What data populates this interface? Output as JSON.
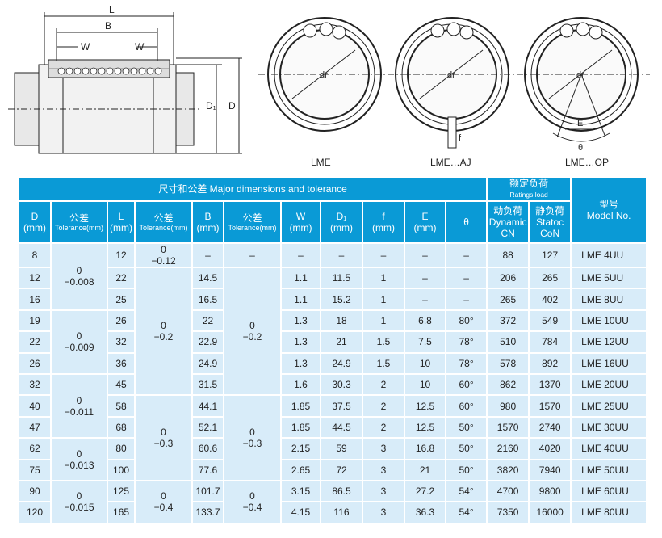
{
  "diagrams": {
    "side": {
      "L": "L",
      "B": "B",
      "W1": "W",
      "W2": "W",
      "D1": "D₁",
      "D": "D"
    },
    "views": [
      {
        "label": "LME",
        "dr": "dr"
      },
      {
        "label": "LME…AJ",
        "dr": "dr",
        "f": "f"
      },
      {
        "label": "LME…OP",
        "dr": "dr",
        "E": "E",
        "theta": "θ"
      }
    ]
  },
  "header": {
    "main": "尺寸和公差  Major dimensions and tolerance",
    "ratings": "额定负荷",
    "ratings_en": "Ratings load",
    "model": "型号",
    "model_en": "Model No.",
    "cols": [
      {
        "a": "D",
        "b": "(mm)"
      },
      {
        "a": "公差",
        "b": "Tolerance(mm)",
        "small": true
      },
      {
        "a": "L",
        "b": "(mm)"
      },
      {
        "a": "公差",
        "b": "Tolerance(mm)",
        "small": true
      },
      {
        "a": "B",
        "b": "(mm)"
      },
      {
        "a": "公差",
        "b": "Tolerance(mm)",
        "small": true
      },
      {
        "a": "W",
        "b": "(mm)"
      },
      {
        "a": "D₁",
        "b": "(mm)"
      },
      {
        "a": "f",
        "b": "(mm)"
      },
      {
        "a": "E",
        "b": "(mm)"
      },
      {
        "a": "θ",
        "b": ""
      },
      {
        "a": "动负荷",
        "b": "Dynamic",
        "c": "CN"
      },
      {
        "a": "静负荷",
        "b": "Statoc",
        "c": "CoN"
      }
    ]
  },
  "tolerances": {
    "D": [
      {
        "rows": 3,
        "v": "0\n−0.008"
      },
      {
        "rows": 3,
        "v": "0\n−0.009"
      },
      {
        "rows": 3,
        "v": "0\n−0.011"
      },
      {
        "rows": 2,
        "v": "0\n−0.013"
      },
      {
        "rows": 2,
        "v": "0\n−0.015"
      }
    ],
    "L": [
      {
        "rows": 1,
        "v": "0\n−0.12"
      },
      {
        "rows": 6,
        "v": "0\n−0.2"
      },
      {
        "rows": 4,
        "v": "0\n−0.3"
      },
      {
        "rows": 2,
        "v": "0\n−0.4"
      }
    ],
    "B": [
      {
        "rows": 1,
        "v": "–"
      },
      {
        "rows": 6,
        "v": "0\n−0.2"
      },
      {
        "rows": 4,
        "v": "0\n−0.3"
      },
      {
        "rows": 2,
        "v": "0\n−0.4"
      }
    ]
  },
  "rows": [
    {
      "D": "8",
      "L": "12",
      "B": "–",
      "W": "–",
      "D1": "–",
      "f": "–",
      "E": "–",
      "theta": "–",
      "CN": "88",
      "CoN": "127",
      "model": "LME 4UU"
    },
    {
      "D": "12",
      "L": "22",
      "B": "14.5",
      "W": "1.1",
      "D1": "11.5",
      "f": "1",
      "E": "–",
      "theta": "–",
      "CN": "206",
      "CoN": "265",
      "model": "LME 5UU"
    },
    {
      "D": "16",
      "L": "25",
      "B": "16.5",
      "W": "1.1",
      "D1": "15.2",
      "f": "1",
      "E": "–",
      "theta": "–",
      "CN": "265",
      "CoN": "402",
      "model": "LME 8UU"
    },
    {
      "D": "19",
      "L": "26",
      "B": "22",
      "W": "1.3",
      "D1": "18",
      "f": "1",
      "E": "6.8",
      "theta": "80°",
      "CN": "372",
      "CoN": "549",
      "model": "LME 10UU"
    },
    {
      "D": "22",
      "L": "32",
      "B": "22.9",
      "W": "1.3",
      "D1": "21",
      "f": "1.5",
      "E": "7.5",
      "theta": "78°",
      "CN": "510",
      "CoN": "784",
      "model": "LME 12UU"
    },
    {
      "D": "26",
      "L": "36",
      "B": "24.9",
      "W": "1.3",
      "D1": "24.9",
      "f": "1.5",
      "E": "10",
      "theta": "78°",
      "CN": "578",
      "CoN": "892",
      "model": "LME 16UU"
    },
    {
      "D": "32",
      "L": "45",
      "B": "31.5",
      "W": "1.6",
      "D1": "30.3",
      "f": "2",
      "E": "10",
      "theta": "60°",
      "CN": "862",
      "CoN": "1370",
      "model": "LME 20UU"
    },
    {
      "D": "40",
      "L": "58",
      "B": "44.1",
      "W": "1.85",
      "D1": "37.5",
      "f": "2",
      "E": "12.5",
      "theta": "60°",
      "CN": "980",
      "CoN": "1570",
      "model": "LME 25UU"
    },
    {
      "D": "47",
      "L": "68",
      "B": "52.1",
      "W": "1.85",
      "D1": "44.5",
      "f": "2",
      "E": "12.5",
      "theta": "50°",
      "CN": "1570",
      "CoN": "2740",
      "model": "LME 30UU"
    },
    {
      "D": "62",
      "L": "80",
      "B": "60.6",
      "W": "2.15",
      "D1": "59",
      "f": "3",
      "E": "16.8",
      "theta": "50°",
      "CN": "2160",
      "CoN": "4020",
      "model": "LME 40UU"
    },
    {
      "D": "75",
      "L": "100",
      "B": "77.6",
      "W": "2.65",
      "D1": "72",
      "f": "3",
      "E": "21",
      "theta": "50°",
      "CN": "3820",
      "CoN": "7940",
      "model": "LME 50UU"
    },
    {
      "D": "90",
      "L": "125",
      "B": "101.7",
      "W": "3.15",
      "D1": "86.5",
      "f": "3",
      "E": "27.2",
      "theta": "54°",
      "CN": "4700",
      "CoN": "9800",
      "model": "LME 60UU"
    },
    {
      "D": "120",
      "L": "165",
      "B": "133.7",
      "W": "4.15",
      "D1": "116",
      "f": "3",
      "E": "36.3",
      "theta": "54°",
      "CN": "7350",
      "CoN": "16000",
      "model": "LME 80UU"
    }
  ]
}
